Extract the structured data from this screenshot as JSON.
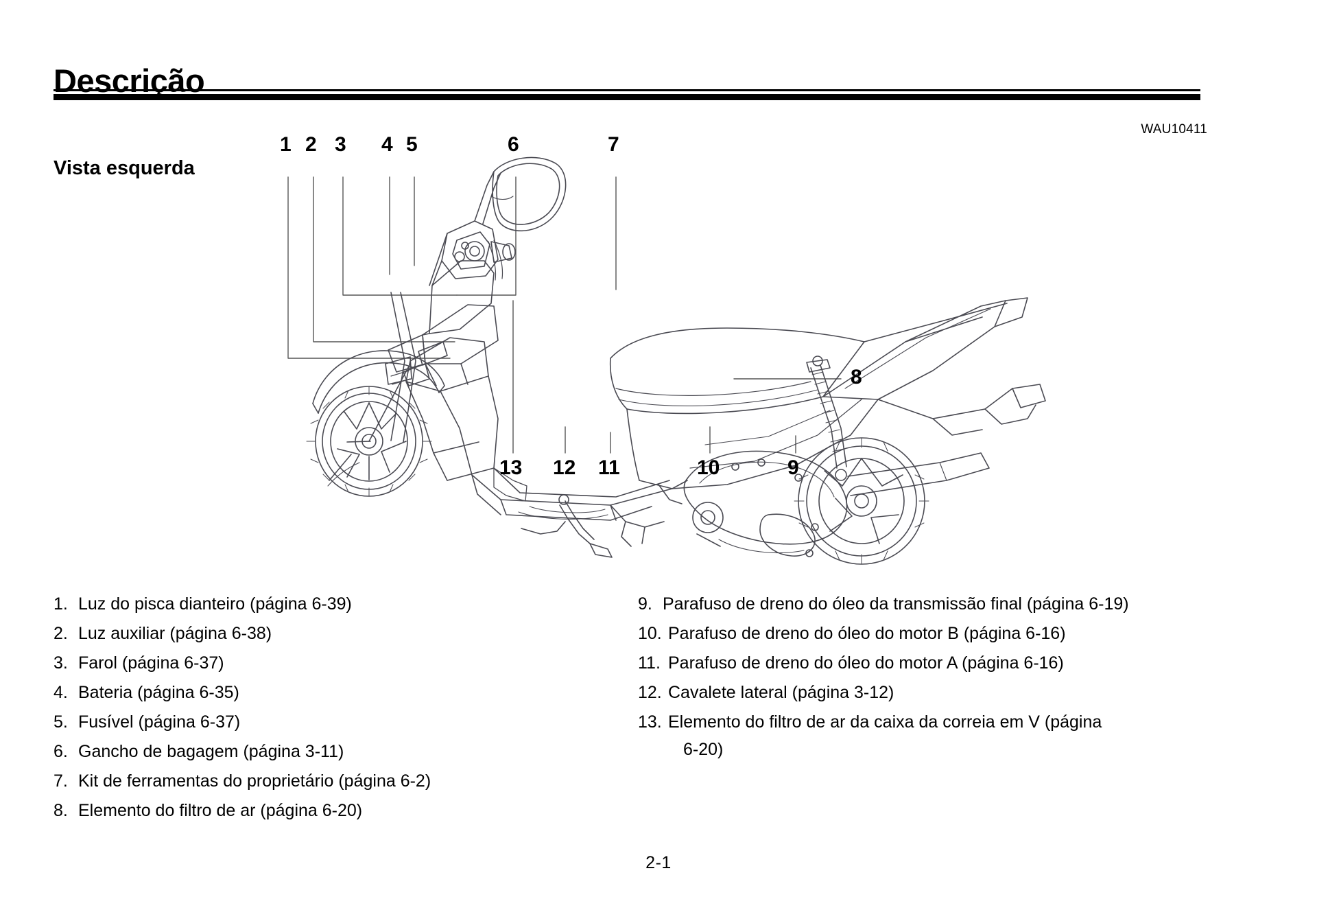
{
  "header": {
    "title": "Descrição",
    "doc_code": "WAU10411",
    "section_title": "Vista esquerda"
  },
  "figure": {
    "alt_name": "scooter-left-side-view",
    "callouts": [
      {
        "id": "1",
        "label": "1"
      },
      {
        "id": "2",
        "label": "2"
      },
      {
        "id": "3",
        "label": "3"
      },
      {
        "id": "4",
        "label": "4"
      },
      {
        "id": "5",
        "label": "5"
      },
      {
        "id": "6",
        "label": "6"
      },
      {
        "id": "7",
        "label": "7"
      },
      {
        "id": "8",
        "label": "8"
      },
      {
        "id": "9",
        "label": "9"
      },
      {
        "id": "10",
        "label": "10"
      },
      {
        "id": "11",
        "label": "11"
      },
      {
        "id": "12",
        "label": "12"
      },
      {
        "id": "13",
        "label": "13"
      }
    ]
  },
  "parts_left": [
    {
      "num": "1.",
      "text": "Luz do pisca dianteiro (página 6-39)"
    },
    {
      "num": "2.",
      "text": "Luz auxiliar (página 6-38)"
    },
    {
      "num": "3.",
      "text": "Farol (página 6-37)"
    },
    {
      "num": "4.",
      "text": "Bateria (página 6-35)"
    },
    {
      "num": "5.",
      "text": "Fusível (página 6-37)"
    },
    {
      "num": "6.",
      "text": "Gancho de bagagem (página 3-11)"
    },
    {
      "num": "7.",
      "text": "Kit de ferramentas do proprietário (página 6-2)"
    },
    {
      "num": "8.",
      "text": "Elemento do filtro de ar (página 6-20)"
    }
  ],
  "parts_right": [
    {
      "num": "9.",
      "text": "Parafuso de dreno do óleo da transmissão final (página 6-19)",
      "cont": ""
    },
    {
      "num": "10.",
      "text": "Parafuso de dreno do óleo do motor B (página 6-16)",
      "cont": ""
    },
    {
      "num": "11.",
      "text": "Parafuso de dreno do óleo do motor A (página 6-16)",
      "cont": ""
    },
    {
      "num": "12.",
      "text": "Cavalete lateral (página 3-12)",
      "cont": ""
    },
    {
      "num": "13.",
      "text": "Elemento do filtro de ar da caixa da correia em V (página",
      "cont": "6-20)"
    }
  ],
  "footer": {
    "page_number": "2-1"
  }
}
